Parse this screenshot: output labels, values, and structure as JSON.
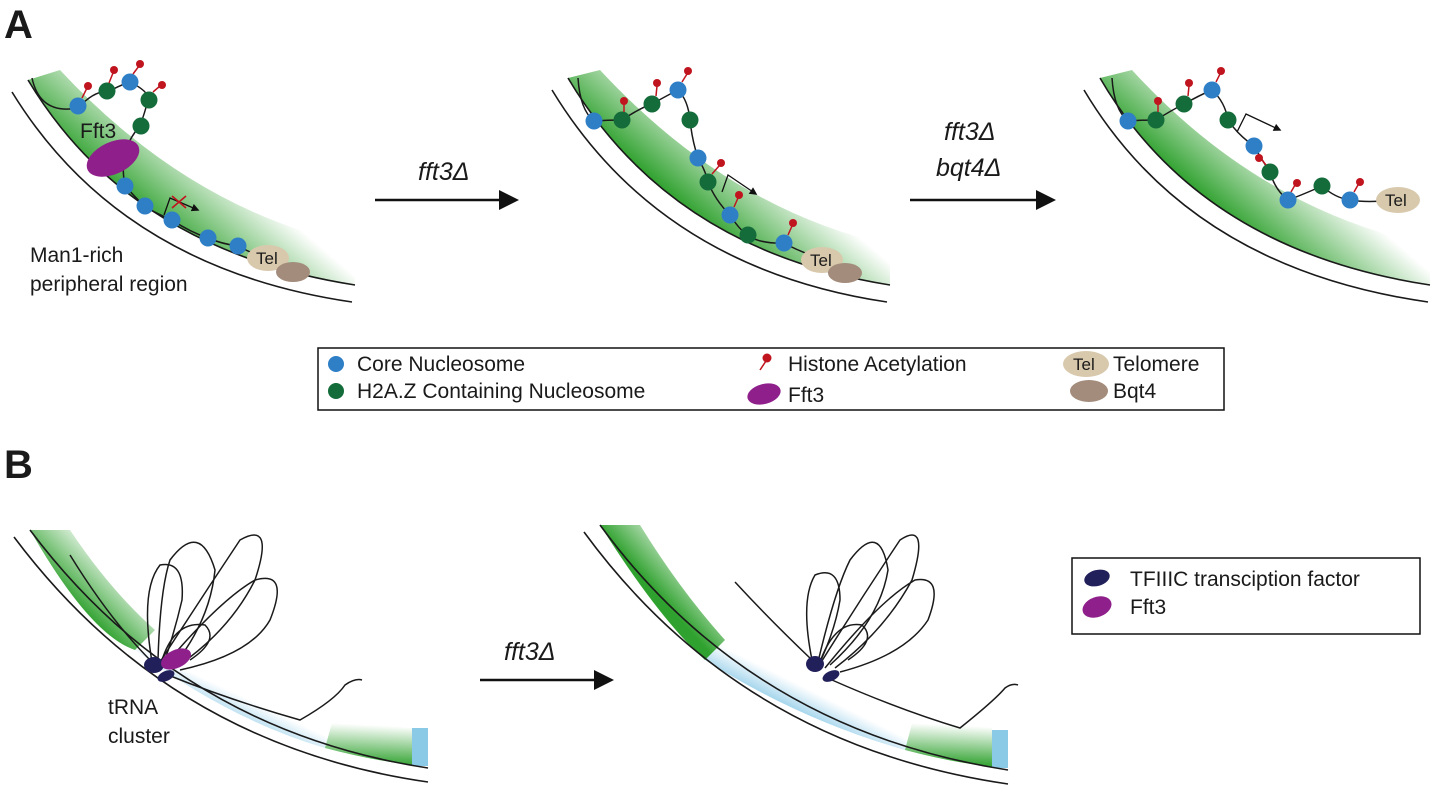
{
  "panel_labels": {
    "a": "A",
    "b": "B"
  },
  "panel_a": {
    "fft3_label": "Fft3",
    "region_label_line1": "Man1-rich",
    "region_label_line2": "peripheral region",
    "arrow1_label": "fft3Δ",
    "arrow2_label_line1": "fft3Δ",
    "arrow2_label_line2": "bqt4Δ",
    "tel_label": "Tel",
    "legend": {
      "core_nucleosome": "Core Nucleosome",
      "h2az_nucleosome": "H2A.Z Containing Nucleosome",
      "histone_acetylation": "Histone Acetylation",
      "fft3": "Fft3",
      "tel_icon": "Tel",
      "telomere": "Telomere",
      "bqt4": "Bqt4"
    }
  },
  "panel_b": {
    "trna_label_line1": "tRNA",
    "trna_label_line2": "cluster",
    "arrow_label": "fft3Δ",
    "legend": {
      "tfiiic": "TFIIIC transciption factor",
      "fft3": "Fft3"
    }
  },
  "colors": {
    "core_nucleosome": "#2f7fc7",
    "h2az_nucleosome": "#136c3a",
    "acetylation": "#c0141f",
    "fft3": "#8e1f8b",
    "tfiiic": "#22205a",
    "telomere": "#d8c9ad",
    "bqt4": "#a38c7c",
    "periphery_green": "#3aa832",
    "trna_zone_blue": "#5ab3dd"
  }
}
